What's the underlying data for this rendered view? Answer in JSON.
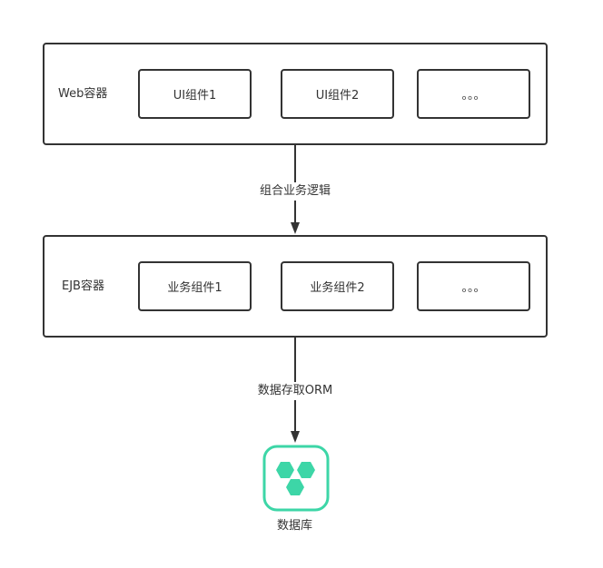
{
  "web_container": {
    "label": "Web容器",
    "components": [
      "UI组件1",
      "UI组件2",
      "。。。"
    ]
  },
  "edge_web_to_ejb": {
    "label": "组合业务逻辑"
  },
  "ejb_container": {
    "label": "EJB容器",
    "components": [
      "业务组件1",
      "业务组件2",
      "。。。"
    ]
  },
  "edge_ejb_to_db": {
    "label": "数据存取ORM"
  },
  "database": {
    "label": "数据库",
    "icon": "database-icon",
    "accent_color": "#3dd6a7"
  }
}
